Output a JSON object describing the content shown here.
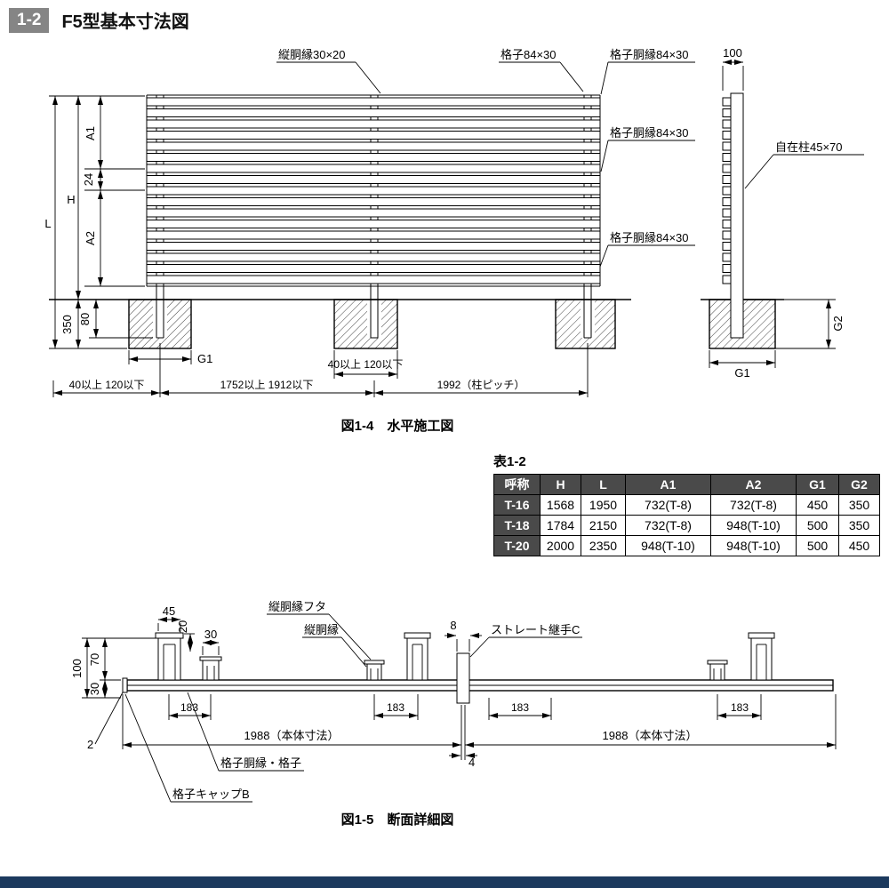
{
  "header": {
    "section": "1-2",
    "title": "F5型基本寸法図"
  },
  "fig14": {
    "caption": "図1-4　水平施工図",
    "callouts": {
      "tate_dobuchi": "縦胴縁30×20",
      "koshi": "格子84×30",
      "koshi_dobuchi_1": "格子胴縁84×30",
      "koshi_dobuchi_2": "格子胴縁84×30",
      "koshi_dobuchi_3": "格子胴縁84×30",
      "jizaichu": "自在柱45×70"
    },
    "dims": {
      "d100": "100",
      "L": "L",
      "H": "H",
      "A1": "A1",
      "d24": "24",
      "A2": "A2",
      "d350": "350",
      "d80": "80",
      "G1_left": "G1",
      "G1_right": "G1",
      "G2": "G2",
      "range_left": "40以上 120以下",
      "range_mid": "40以上 120以下",
      "range_panel": "1752以上 1912以下",
      "pitch": "1992（柱ピッチ）"
    }
  },
  "table": {
    "title": "表1-2",
    "headers": [
      "呼称",
      "H",
      "L",
      "A1",
      "A2",
      "G1",
      "G2"
    ],
    "rows": [
      [
        "T-16",
        "1568",
        "1950",
        "732(T-8)",
        "732(T-8)",
        "450",
        "350"
      ],
      [
        "T-18",
        "1784",
        "2150",
        "732(T-8)",
        "948(T-10)",
        "500",
        "350"
      ],
      [
        "T-20",
        "2000",
        "2350",
        "948(T-10)",
        "948(T-10)",
        "500",
        "450"
      ]
    ]
  },
  "fig15": {
    "caption": "図1-5　断面詳細図",
    "callouts": {
      "tate_dobuchi_futa": "縦胴縁フタ",
      "tate_dobuchi": "縦胴縁",
      "straight_joint": "ストレート継手C",
      "koshi_dobuchi_koshi": "格子胴縁・格子",
      "koshi_cap": "格子キャップB"
    },
    "dims": {
      "d45": "45",
      "d20": "20",
      "d30a": "30",
      "d8": "8",
      "d100": "100",
      "d70": "70",
      "d30b": "30",
      "d2": "2",
      "d183a": "183",
      "d183b": "183",
      "d183c": "183",
      "d183d": "183",
      "body_left": "1988（本体寸法）",
      "body_right": "1988（本体寸法）",
      "d4": "4"
    }
  }
}
